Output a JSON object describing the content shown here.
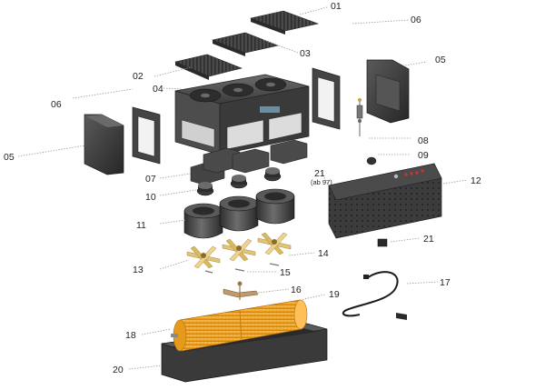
{
  "colors": {
    "part_dark": "#3a3a3a",
    "part_mid": "#555555",
    "part_light": "#7a7a7a",
    "fan_blade": "#e0c47a",
    "filter_orange": "#f5a623",
    "label_text": "#222222",
    "leader_line": "#9a9a9a"
  },
  "labels": {
    "p01": "01",
    "p02": "02",
    "p03": "03",
    "p04": "04",
    "p05_left": "05",
    "p05_right": "05",
    "p06_left": "06",
    "p06_right": "06",
    "p07": "07",
    "p08": "08",
    "p09": "09",
    "p10": "10",
    "p11": "11",
    "p12": "12",
    "p13": "13",
    "p14": "14",
    "p15": "15",
    "p16": "16",
    "p17": "17",
    "p18": "18",
    "p19": "19",
    "p20": "20",
    "p21_top": "21",
    "p21_top_note": "(ab 97)",
    "p21_right": "21"
  },
  "icons": {
    "fan_housing": "fan-housing-icon",
    "impeller": "impeller-icon",
    "cable": "power-cable-icon",
    "filter_roller": "filter-roller-icon"
  }
}
